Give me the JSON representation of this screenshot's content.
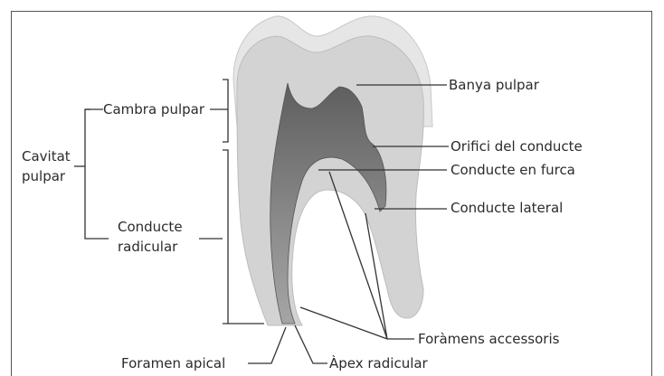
{
  "labels": {
    "cambra_pulpar": "Cambra pulpar",
    "cavitat_pulpar_1": "Cavitat",
    "cavitat_pulpar_2": "pulpar",
    "conducte_radicular_1": "Conducte",
    "conducte_radicular_2": "radicular",
    "banya_pulpar": "Banya pulpar",
    "orifici_conducte": "Orifici del conducte",
    "conducte_furca": "Conducte en furca",
    "conducte_lateral": "Conducte lateral",
    "foramens_accessoris": "Foràmens accessoris",
    "foramen_apical": "Foramen apical",
    "apex_radicular": "Àpex radicular"
  },
  "colors": {
    "enamel": "#e4e4e4",
    "dentin": "#d2d2d2",
    "pulp": "#7a7a7a",
    "lines": "#333333"
  }
}
